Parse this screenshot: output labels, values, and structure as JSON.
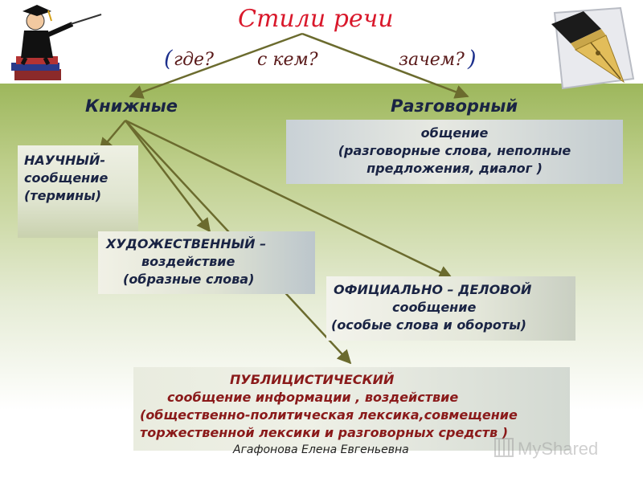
{
  "title": "Стили речи",
  "questions": {
    "open_paren": "(",
    "q1": "где?",
    "q2": "с кем?",
    "q3": "зачем?",
    "close_paren": ")"
  },
  "categories": {
    "bookish": "Книжные",
    "colloquial": "Разговорный"
  },
  "boxes": {
    "colloquial": {
      "line1": "общение",
      "line2": "(разговорные слова, неполные",
      "line3": "предложения, диалог )"
    },
    "scientific": {
      "line1": "НАУЧНЫЙ-",
      "line2": "сообщение",
      "line3": "(термины)"
    },
    "artistic": {
      "line1": "ХУДОЖЕСТВЕННЫЙ –",
      "line2": "воздействие",
      "line3": "(образные слова)"
    },
    "official": {
      "line1": "ОФИЦИАЛЬНО – ДЕЛОВОЙ",
      "line2": "сообщение",
      "line3": "(особые слова и обороты)"
    },
    "journalistic": {
      "line1": "ПУБЛИЦИСТИЧЕСКИЙ",
      "line2": "сообщение информации , воздействие",
      "line3": "(общественно-политическая лексика,совмещение",
      "line4": "торжественной лексики и разговорных средств )"
    }
  },
  "footer": "Агафонова Елена Евгеньевна",
  "watermark": "MyShared",
  "colors": {
    "title": "#d9182b",
    "arrows": "#6b6b2e",
    "navy_text": "#1a2444",
    "dark_red_text": "#8a1a1a"
  },
  "icons": [
    "teacher-clipart-icon",
    "fountain-pen-icon"
  ]
}
